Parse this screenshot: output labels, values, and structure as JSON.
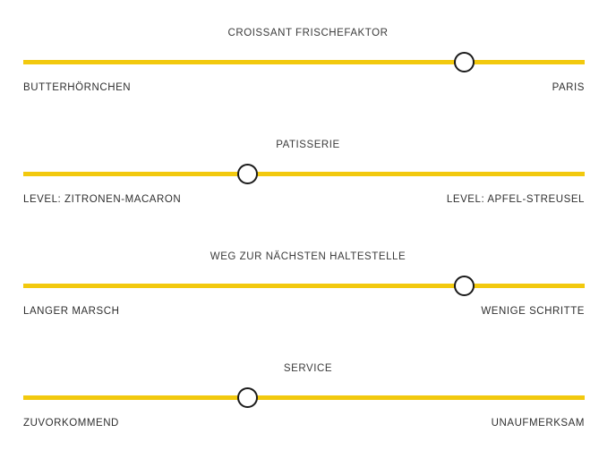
{
  "page": {
    "background_color": "#ffffff",
    "accent_color": "#f2c90e",
    "text_color": "#2f2f2f",
    "handle_fill": "#ffffff",
    "handle_border": "#1b1b1b"
  },
  "sliders": [
    {
      "title": "CROISSANT FRISCHEFAKTOR",
      "left_label": "BUTTERHÖRNCHEN",
      "right_label": "PARIS",
      "value_percent": 78.6
    },
    {
      "title": "PATISSERIE",
      "left_label": "LEVEL: ZITRONEN-MACARON",
      "right_label": "LEVEL: APFEL-STREUSEL",
      "value_percent": 39.9
    },
    {
      "title": "WEG ZUR NÄCHSTEN HALTESTELLE",
      "left_label": "LANGER MARSCH",
      "right_label": "WENIGE SCHRITTE",
      "value_percent": 78.6
    },
    {
      "title": "SERVICE",
      "left_label": "ZUVORKOMMEND",
      "right_label": "UNAUFMERKSAM",
      "value_percent": 39.9
    }
  ]
}
